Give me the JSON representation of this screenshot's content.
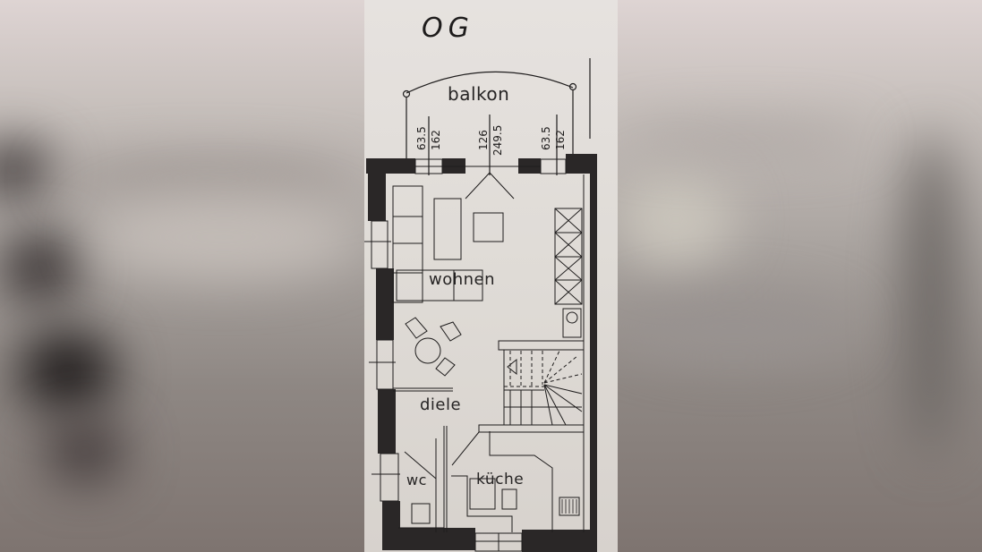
{
  "plan": {
    "floor_label": "OG",
    "rooms": {
      "balkon": "balkon",
      "wohnen": "wohnen",
      "diele": "diele",
      "wc": "wc",
      "kueche": "küche"
    },
    "dimensions": {
      "left_window": {
        "upper": "63.5",
        "lower": "162"
      },
      "center_door": {
        "upper": "126",
        "lower": "249.5"
      },
      "right_window": {
        "upper": "63.5",
        "lower": "162"
      }
    }
  },
  "colors": {
    "paper": "#e2ded9",
    "ink": "#1e1c1c",
    "wall": "#2a2727",
    "background_blur": "#a9a39f"
  }
}
